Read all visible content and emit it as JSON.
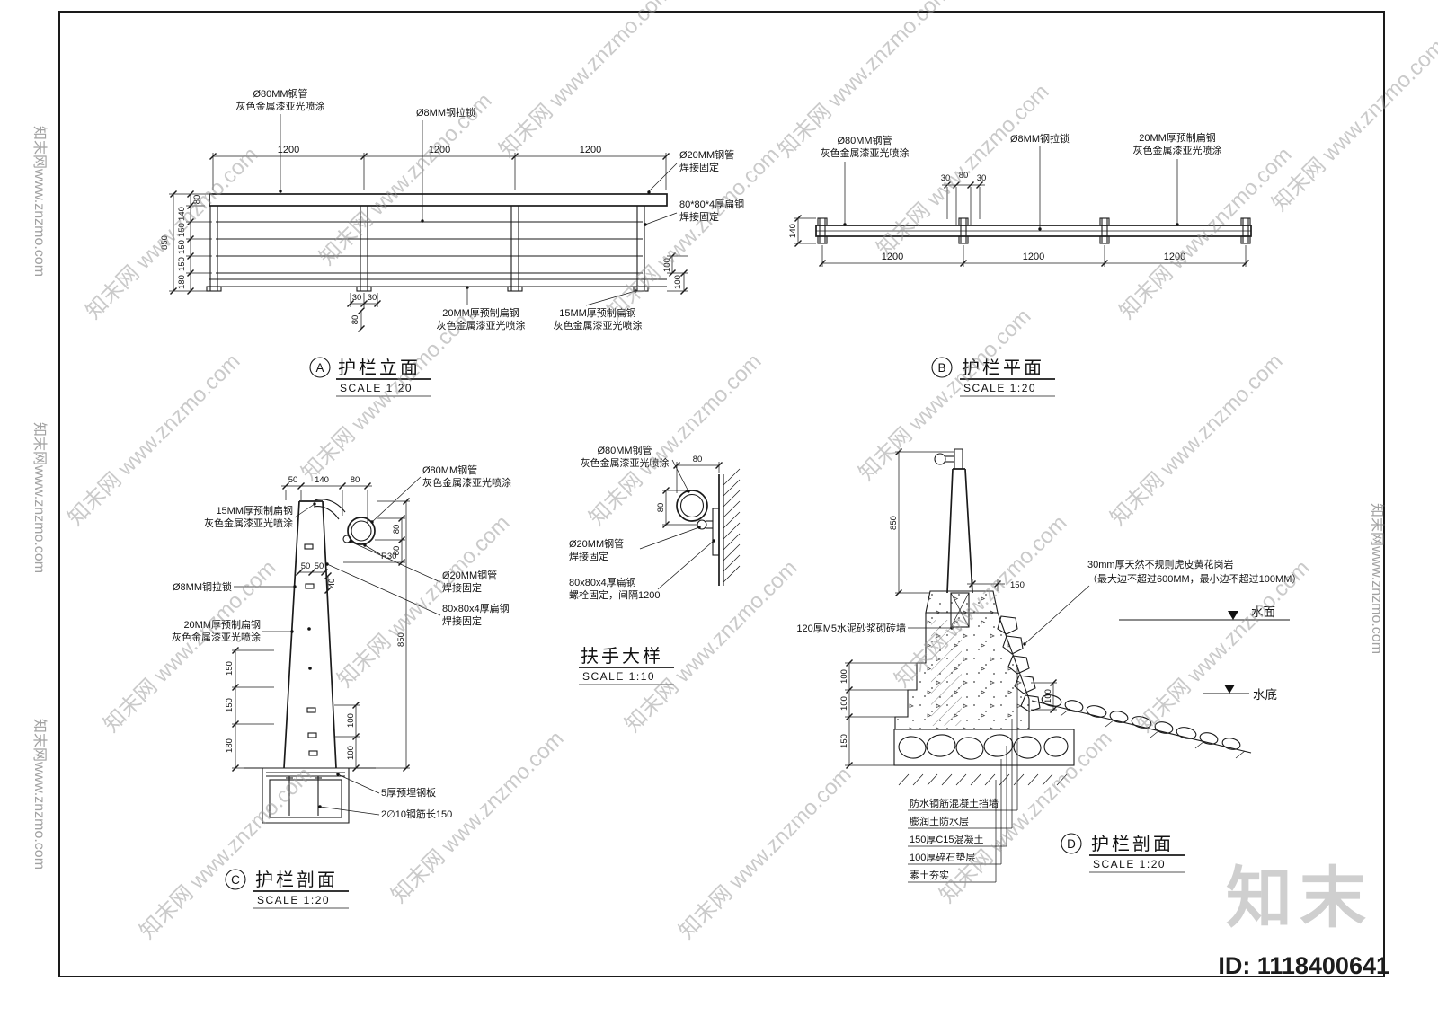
{
  "watermark": {
    "text": "知末网 www.znzmo.com",
    "text_vertical": "知末网www.znzmo.com",
    "logo": "知末",
    "id_label": "ID: 1118400641"
  },
  "labels": {
    "pipe80": "Ø80MM钢管",
    "gray_coat": "灰色金属漆亚光喷涂",
    "cable8": "Ø8MM钢拉锁",
    "pipe20": "Ø20MM钢管",
    "weld": "焊接固定",
    "flat_star": "80*80*4厚扁钢",
    "flat_x": "80x80x4厚扁钢",
    "bolt": "螺栓固定，间隔1200",
    "flat20": "20MM厚预制扁钢",
    "flat15": "15MM厚预制扁钢",
    "plate5": "5厚预埋钢板",
    "rebar": "2∅10钢筋长150",
    "r30": "R30",
    "granite1": "30mm厚天然不规则虎皮黄花岗岩",
    "granite2": "（最大边不超过600MM，最小边不超过100MM）",
    "water_surface": "水面",
    "water_bottom": "水底",
    "brick_wall": "120厚M5水泥砂浆砌砖墙",
    "rc_wall": "防水钢筋混凝土挡墙",
    "bentonite": "膨润土防水层",
    "c15": "150厚C15混凝土",
    "gravel": "100厚碎石垫层",
    "soil": "素土夯实"
  },
  "dims": {
    "d1200": "1200",
    "d850": "850",
    "d140": "140",
    "d150": "150",
    "d180": "180",
    "d100": "100",
    "d80": "80",
    "d50": "50",
    "d40": "40",
    "d30": "30"
  },
  "views": {
    "a": {
      "letter": "A",
      "title": "护栏立面",
      "scale": "SCALE  1:20"
    },
    "b": {
      "letter": "B",
      "title": "护栏平面",
      "scale": "SCALE  1:20"
    },
    "c": {
      "letter": "C",
      "title": "护栏剖面",
      "scale": "SCALE  1:20"
    },
    "d": {
      "letter": "D",
      "title": "护栏剖面",
      "scale": "SCALE  1:20"
    },
    "h": {
      "title": "扶手大样",
      "scale": "SCALE  1:10"
    }
  }
}
